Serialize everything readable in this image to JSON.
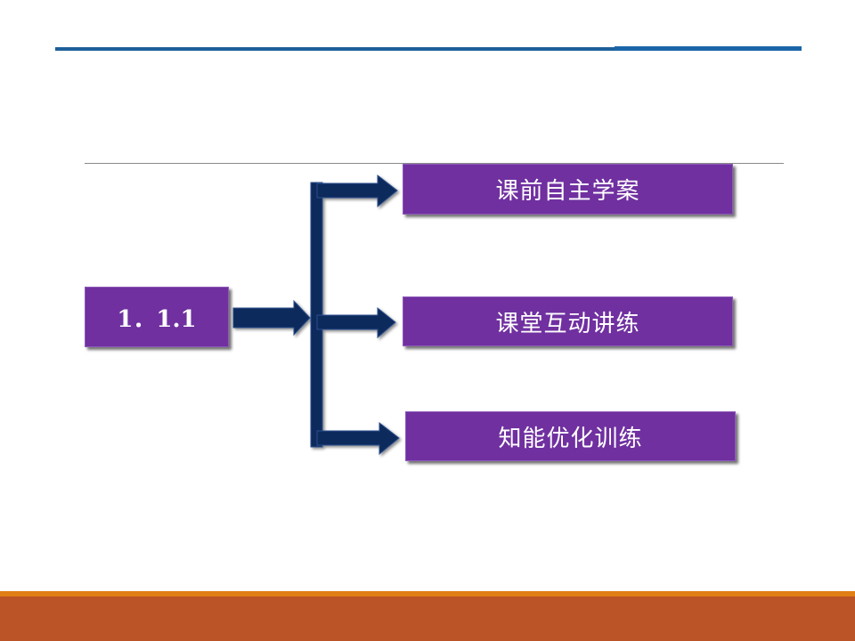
{
  "diagram": {
    "source": {
      "label": "1．1.1"
    },
    "targets": [
      {
        "label": "课前自主学案"
      },
      {
        "label": "课堂互动讲练"
      },
      {
        "label": "知能优化训练"
      }
    ]
  },
  "colors": {
    "box_fill": "#7030a0",
    "arrow_fill": "#0f2a5c",
    "top_rule": "#1d5f9a",
    "footer_band": "#bb5426",
    "footer_strip": "#e07f16"
  }
}
